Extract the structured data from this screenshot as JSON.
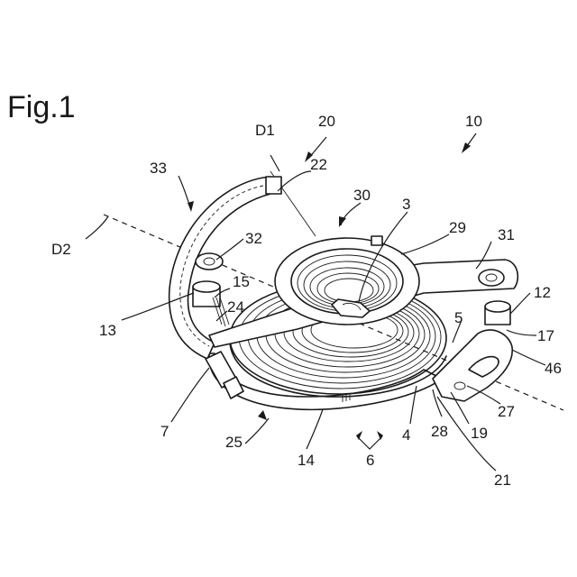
{
  "figure": {
    "title": "Fig.1",
    "labels": {
      "l10": "10",
      "l20": "20",
      "l22": "22",
      "lD1": "D1",
      "l33": "33",
      "l30": "30",
      "l3": "3",
      "l29": "29",
      "l31": "31",
      "lD2": "D2",
      "l32": "32",
      "l15": "15",
      "l24": "24",
      "l13": "13",
      "l12": "12",
      "l5": "5",
      "l17": "17",
      "l46": "46",
      "l7": "7",
      "l27": "27",
      "l19": "19",
      "l28": "28",
      "l4": "4",
      "l25": "25",
      "l14": "14",
      "l6": "6",
      "l21": "21"
    }
  }
}
